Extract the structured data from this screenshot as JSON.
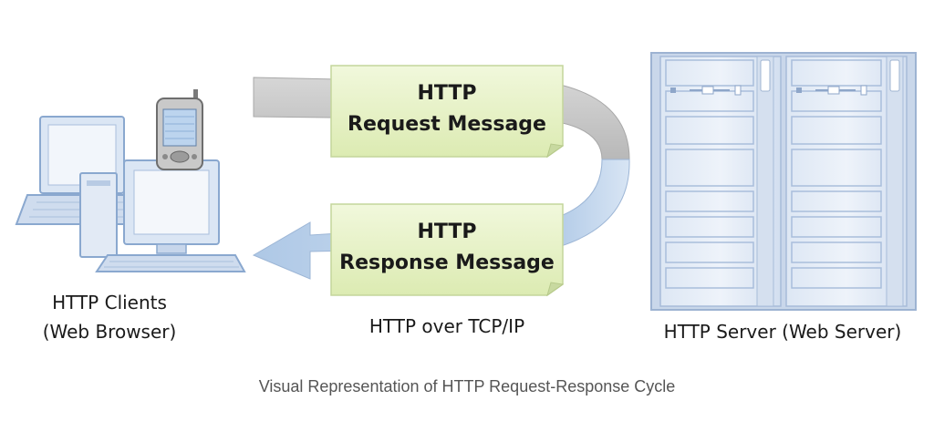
{
  "request_message": {
    "line1": "HTTP",
    "line2": "Request Message"
  },
  "response_message": {
    "line1": "HTTP",
    "line2": "Response Message"
  },
  "client_label": {
    "line1": "HTTP Clients",
    "line2": "(Web Browser)"
  },
  "server_label": "HTTP Server (Web Server)",
  "transport_label": "HTTP over TCP/IP",
  "caption": "Visual Representation of HTTP Request-Response Cycle",
  "colors": {
    "note_fill": "#e8f3c8",
    "note_border": "#c9d9a1",
    "arrow_gray": "#c9c9c9",
    "arrow_blue": "#c6d8ec",
    "device_fill": "#dbe6f4",
    "device_stroke": "#8aa8cf"
  },
  "icons": [
    "laptop-icon",
    "desktop-computer-icon",
    "pda-phone-icon",
    "server-rack-icon"
  ]
}
